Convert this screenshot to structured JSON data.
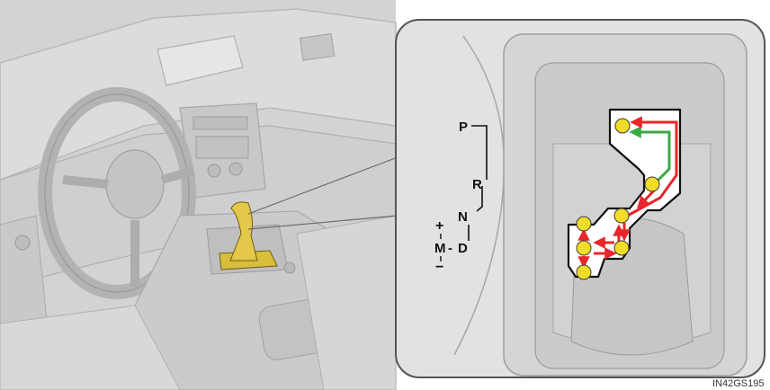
{
  "gate_labels": {
    "p": "P",
    "r": "R",
    "n": "N",
    "d": "D",
    "m": "M",
    "plus": "+",
    "minus": "−",
    "m_d_dash": "-"
  },
  "figure_code": "IN42GS195",
  "colors": {
    "background_gray": "#d4d4d4",
    "panel_gray": "#e0e0e0",
    "shift_knob": "#e3c84a",
    "gate_dot": "#f2dc2a",
    "arrow_red": "#e8262b",
    "arrow_green": "#3aa845"
  },
  "icons": {
    "shift_lever": "shift-lever-icon",
    "gate_dot": "gate-position-dot-icon"
  }
}
